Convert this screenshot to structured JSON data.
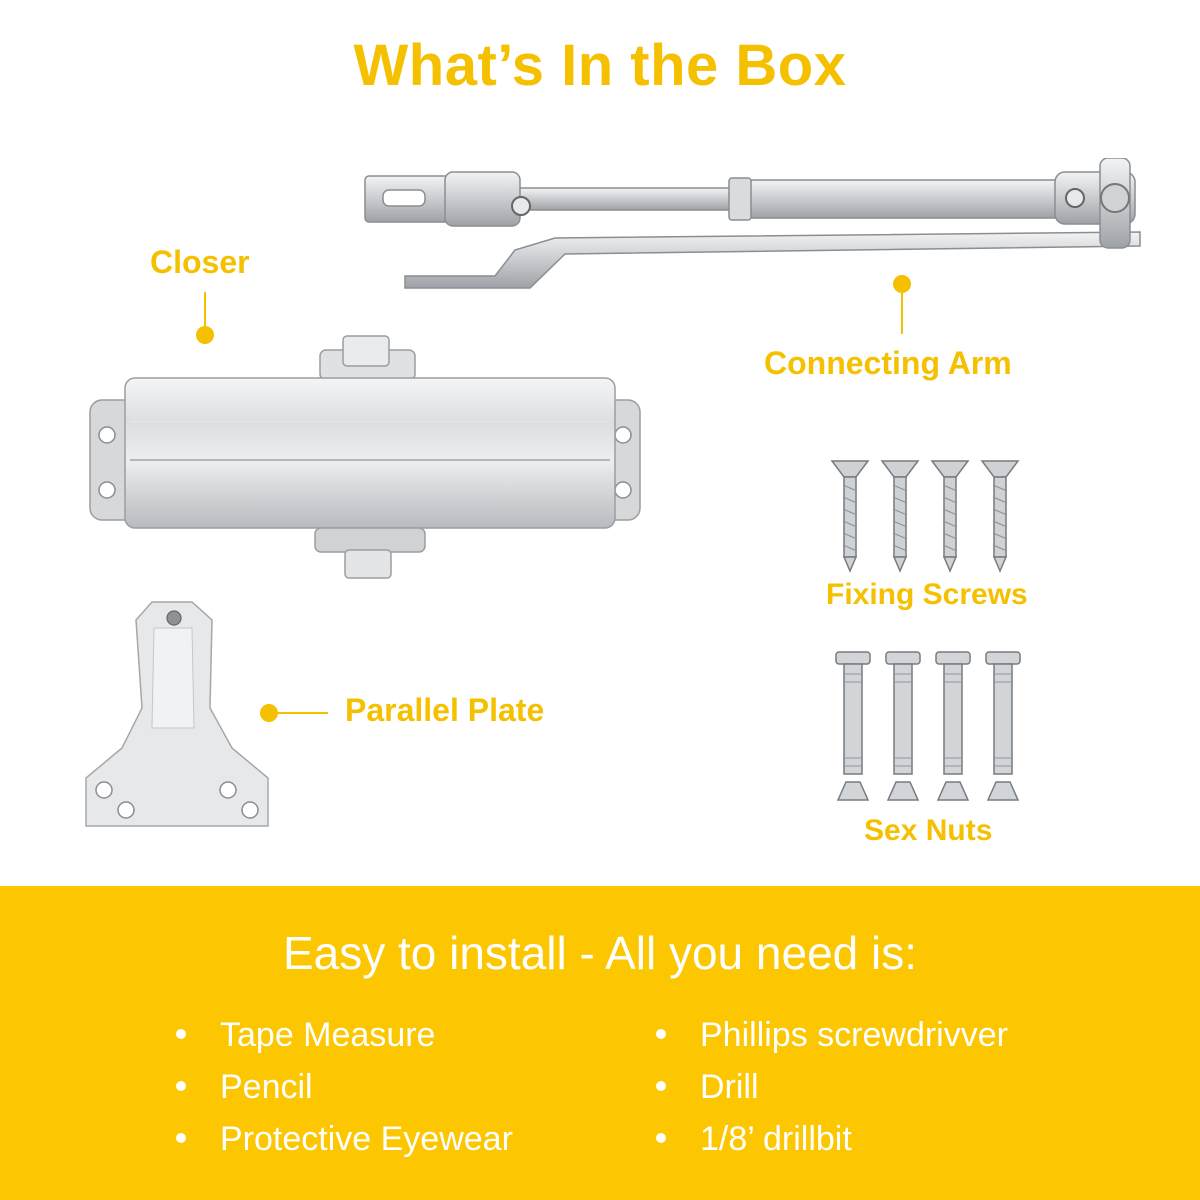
{
  "title": "What’s In the Box",
  "parts": {
    "closer": "Closer",
    "connecting_arm": "Connecting Arm",
    "fixing_screws": "Fixing Screws",
    "sex_nuts": "Sex Nuts",
    "parallel_plate": "Parallel Plate"
  },
  "install": {
    "heading": "Easy to install - All you need is:",
    "left_items": [
      "Tape Measure",
      "Pencil",
      "Protective Eyewear"
    ],
    "right_items": [
      "Phillips screwdrivver",
      "Drill",
      "1/8’ drillbit"
    ]
  },
  "colors": {
    "accent": "#F5C000",
    "banner": "#FCC600",
    "text_on_banner": "#ffffff"
  }
}
